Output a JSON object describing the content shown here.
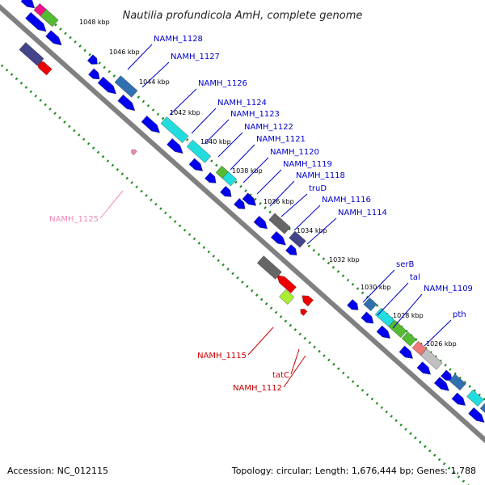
{
  "title": "Nautilia profundicola AmH, complete genome",
  "footer": {
    "accession": "Accession: NC_012115",
    "topology": "Topology: circular; Length: 1,676,444 bp; Genes: 1,788"
  },
  "ticks": [
    "1048 kbp",
    "1046 kbp",
    "1044 kbp",
    "1042 kbp",
    "1040 kbp",
    "1038 kbp",
    "1036 kbp",
    "1034 kbp",
    "1032 kbp",
    "1030 kbp",
    "1028 kbp",
    "1026 kbp"
  ],
  "gene_labels": [
    {
      "text": "NAMH_1128",
      "color": "#0000cc"
    },
    {
      "text": "NAMH_1127",
      "color": "#0000cc"
    },
    {
      "text": "NAMH_1126",
      "color": "#0000cc"
    },
    {
      "text": "NAMH_1124",
      "color": "#0000cc"
    },
    {
      "text": "NAMH_1123",
      "color": "#0000cc"
    },
    {
      "text": "NAMH_1122",
      "color": "#0000cc"
    },
    {
      "text": "NAMH_1121",
      "color": "#0000cc"
    },
    {
      "text": "NAMH_1120",
      "color": "#0000cc"
    },
    {
      "text": "NAMH_1119",
      "color": "#0000cc"
    },
    {
      "text": "NAMH_1118",
      "color": "#0000cc"
    },
    {
      "text": "truD",
      "color": "#0000cc"
    },
    {
      "text": "NAMH_1116",
      "color": "#0000cc"
    },
    {
      "text": "NAMH_1114",
      "color": "#0000cc"
    },
    {
      "text": "serB",
      "color": "#0000cc"
    },
    {
      "text": "tal",
      "color": "#0000cc"
    },
    {
      "text": "NAMH_1109",
      "color": "#0000cc"
    },
    {
      "text": "pth",
      "color": "#0000cc"
    },
    {
      "text": "NAMH_1125",
      "color": "#ee88bb"
    },
    {
      "text": "NAMH_1115",
      "color": "#cc0000"
    },
    {
      "text": "tatC",
      "color": "#cc0000"
    },
    {
      "text": "NAMH_1112",
      "color": "#cc0000"
    }
  ],
  "colors": {
    "backbone": "#808080",
    "gc_skew": "#1a8a1a",
    "forward_cds": "#0000ee",
    "reverse_cds": "#ee0000",
    "cog_colors": [
      "#3070b0",
      "#22dddd",
      "#55bb33",
      "#ee1188",
      "#444488",
      "#666666",
      "#aaee33",
      "#ee7777",
      "#c0c0c0"
    ]
  }
}
